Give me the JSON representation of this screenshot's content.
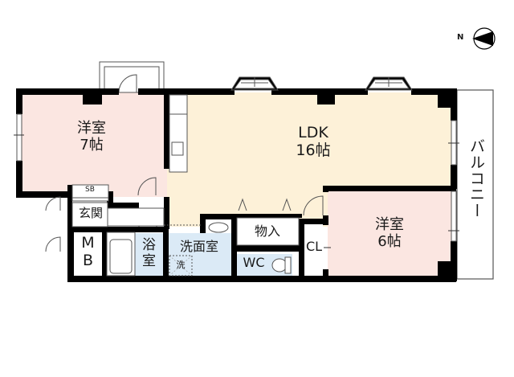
{
  "compass": {
    "north_label": "N"
  },
  "colors": {
    "wall": "#000000",
    "western_room_fill": "#fbe6e1",
    "ldk_fill": "#fdf1d8",
    "wet_area_fill": "#dbeaf6",
    "white": "#ffffff",
    "line": "#555555"
  },
  "rooms": {
    "western_7": {
      "name": "洋室",
      "size": "7帖"
    },
    "ldk": {
      "name": "LDK",
      "size": "16帖"
    },
    "western_6": {
      "name": "洋室",
      "size": "6帖"
    },
    "balcony": {
      "name": "バルコニー"
    },
    "entrance": {
      "name": "玄関"
    },
    "shoe_box": {
      "name": "SB"
    },
    "meter_box": {
      "line1": "M",
      "line2": "B"
    },
    "bath": {
      "line1": "浴",
      "line2": "室"
    },
    "washroom": {
      "name": "洗面室"
    },
    "washer": {
      "name": "洗"
    },
    "storage": {
      "name": "物入"
    },
    "toilet": {
      "name": "WC"
    },
    "closet": {
      "name": "CL"
    }
  }
}
